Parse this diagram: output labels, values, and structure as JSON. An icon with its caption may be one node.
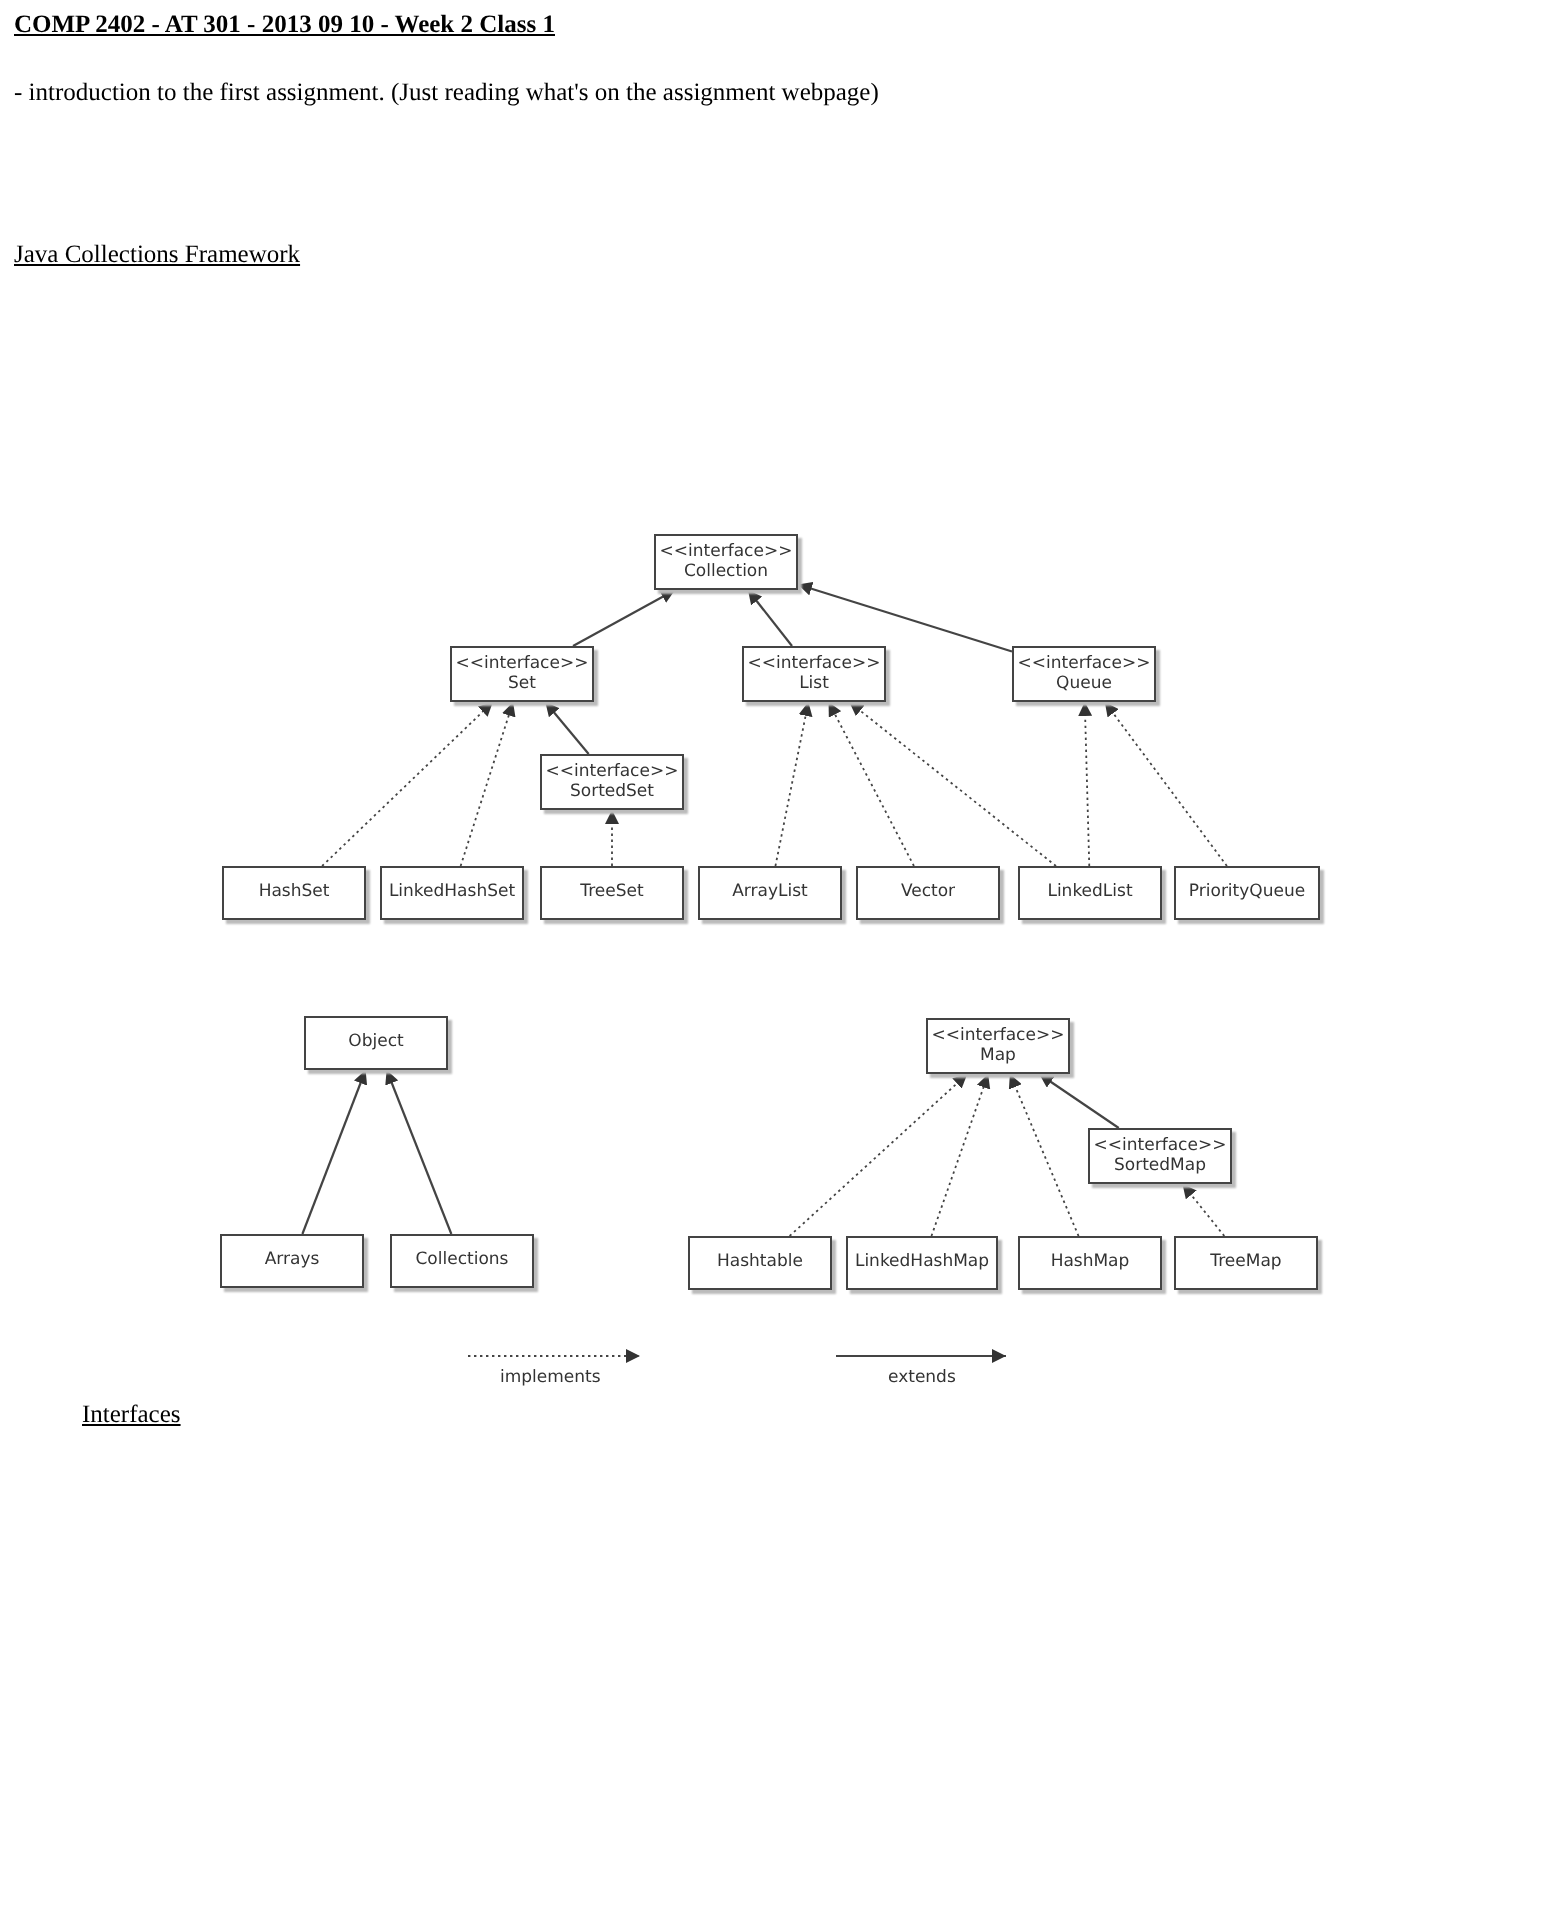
{
  "diagram": {
    "title": "COMP 2402 - AT 301 - 2013 09 10 - Week 2 Class 1",
    "nodes": [
      {
        "text": [
          "<<interface>>",
          "Collection"
        ]
      },
      {
        "text": [
          "<<interface>>",
          "Set"
        ]
      },
      {
        "text": [
          "<<interface>>",
          "List"
        ]
      },
      {
        "text": [
          "<<interface>>",
          "Queue"
        ]
      },
      {
        "text": [
          "<<interface>>",
          "SortedSet"
        ]
      },
      {
        "text": [
          "HashSet"
        ]
      },
      {
        "text": [
          "LinkedHashSet"
        ]
      },
      {
        "text": [
          "TreeSet"
        ]
      },
      {
        "text": [
          "ArrayList"
        ]
      },
      {
        "text": [
          "Vector"
        ]
      },
      {
        "text": [
          "LinkedList"
        ]
      },
      {
        "text": [
          "PriorityQueue"
        ]
      },
      {
        "text": [
          "Object"
        ]
      },
      {
        "text": [
          "<<interface>>",
          "Map"
        ]
      },
      {
        "text": [
          "<<interface>>",
          "SortedMap"
        ]
      },
      {
        "text": [
          "Arrays"
        ]
      },
      {
        "text": [
          "Collections"
        ]
      },
      {
        "text": [
          "Hashtable"
        ]
      },
      {
        "text": [
          "LinkedHashMap"
        ]
      },
      {
        "text": [
          "HashMap"
        ]
      },
      {
        "text": [
          "TreeMap"
        ]
      }
    ],
    "edges": [
      {
        "from": 1,
        "to": 0,
        "arrow": "to"
      },
      {
        "from": 2,
        "to": 0,
        "arrow": "to"
      },
      {
        "from": 3,
        "to": 0,
        "arrow": "to"
      },
      {
        "from": 4,
        "to": 1,
        "arrow": "to"
      },
      {
        "from": 5,
        "to": 1,
        "arrow": "to",
        "style": "dashed"
      },
      {
        "from": 6,
        "to": 1,
        "arrow": "to",
        "style": "dashed"
      },
      {
        "from": 7,
        "to": 4,
        "arrow": "to",
        "style": "dashed"
      },
      {
        "from": 8,
        "to": 2,
        "arrow": "to",
        "style": "dashed"
      },
      {
        "from": 9,
        "to": 2,
        "arrow": "to",
        "style": "dashed"
      },
      {
        "from": 10,
        "to": 2,
        "arrow": "to",
        "style": "dashed"
      },
      {
        "from": 10,
        "to": 3,
        "arrow": "to",
        "style": "dashed"
      },
      {
        "from": 11,
        "to": 3,
        "arrow": "to",
        "style": "dashed"
      },
      {
        "from": 15,
        "to": 12,
        "arrow": "to"
      },
      {
        "from": 16,
        "to": 12,
        "arrow": "to"
      },
      {
        "from": 14,
        "to": 13,
        "arrow": "to"
      },
      {
        "from": 17,
        "to": 13,
        "arrow": "to",
        "style": "dashed"
      },
      {
        "from": 18,
        "to": 13,
        "arrow": "to",
        "style": "dashed"
      },
      {
        "from": 19,
        "to": 13,
        "arrow": "to",
        "style": "dashed"
      },
      {
        "from": 20,
        "to": 14,
        "arrow": "to",
        "style": "dashed"
      }
    ],
    "labels": [
      "-  introduction to the first assignment. (Just reading what's on the assignment webpage)",
      "Java Collections Framework",
      "Interfaces"
    ],
    "legend": [
      {
        "text": "implements"
      },
      {
        "text": "extends"
      }
    ]
  }
}
